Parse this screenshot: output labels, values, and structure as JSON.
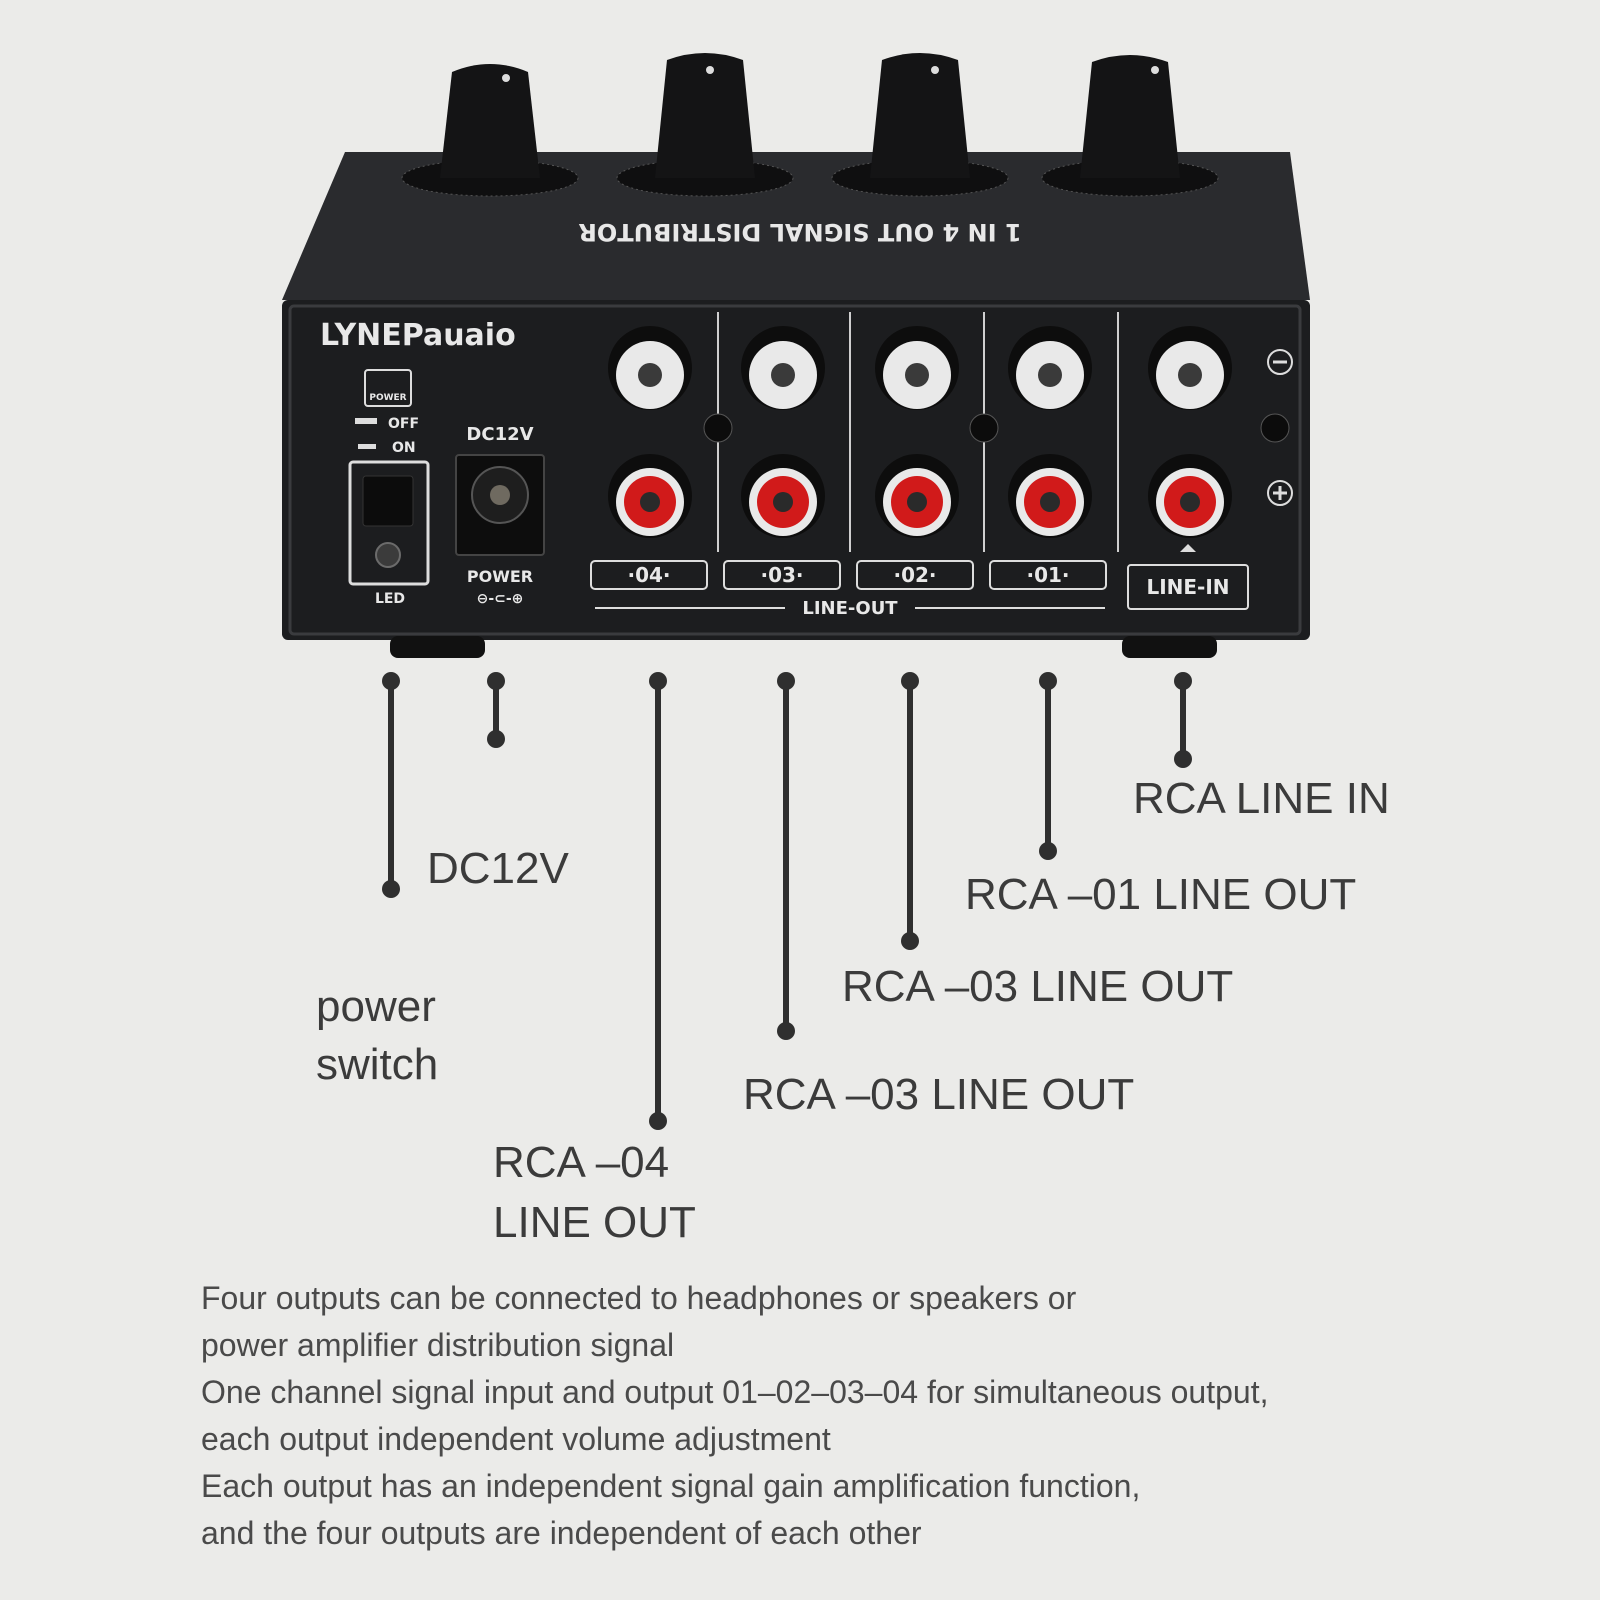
{
  "device": {
    "brand": "LYNEPauaio",
    "top_panel_text": "1 IN 4 OUT SIGNAL DISTRIBUTOR",
    "power_icon_label": "POWER",
    "switch_off": "OFF",
    "switch_on": "ON",
    "led_label": "LED",
    "dc_label": "DC12V",
    "dc_power_label": "POWER",
    "polarity_symbol": "⊖-⊂-⊕",
    "minus_symbol": "−",
    "plus_symbol": "+",
    "outputs": [
      "·04·",
      "·03·",
      "·02·",
      "·01·"
    ],
    "line_out_label": "LINE-OUT",
    "line_in_label": "LINE-IN",
    "colors": {
      "body": "#1c1d1f",
      "jack_white": "#e9e9e9",
      "jack_red": "#d11a1a",
      "background": "#ebebe9"
    }
  },
  "callouts": {
    "rca_line_in": "RCA  LINE IN",
    "rca_01": "RCA –01 LINE OUT",
    "rca_03_a": "RCA –03 LINE OUT",
    "rca_03_b": "RCA –03 LINE OUT",
    "rca_04_line1": "RCA –04",
    "rca_04_line2": "LINE OUT",
    "dc12v": "DC12V",
    "power_line1": "power",
    "power_line2": "switch"
  },
  "description": [
    "Four outputs can be connected to headphones or speakers or",
    "power amplifier distribution signal",
    "One channel signal input and output 01–02–03–04 for simultaneous output,",
    "each output independent volume adjustment",
    "Each output has an independent signal gain amplification function,",
    "and the four outputs are independent of each other"
  ]
}
